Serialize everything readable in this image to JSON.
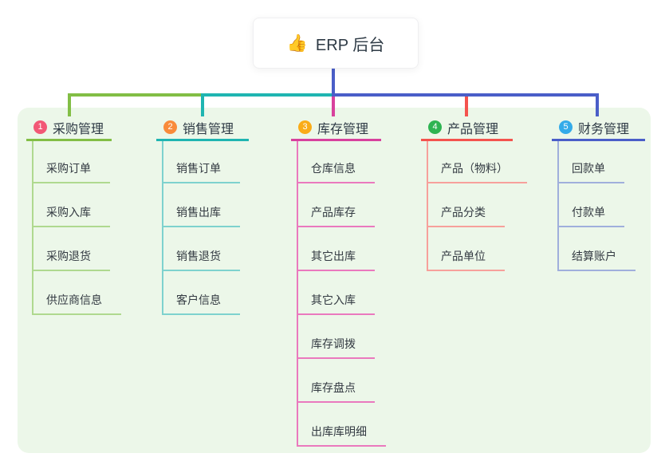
{
  "root": {
    "icon": "👍",
    "label": "ERP 后台"
  },
  "branches": [
    {
      "num": "1",
      "title": "采购管理",
      "badge_color": "#F25876",
      "line_color": "#82BE45",
      "item_line_color": "#AFD98F",
      "items": [
        "采购订单",
        "采购入库",
        "采购退货",
        "供应商信息"
      ]
    },
    {
      "num": "2",
      "title": "销售管理",
      "badge_color": "#F98B3B",
      "line_color": "#1FB5B1",
      "item_line_color": "#7ED2CE",
      "items": [
        "销售订单",
        "销售出库",
        "销售退货",
        "客户信息"
      ]
    },
    {
      "num": "3",
      "title": "库存管理",
      "badge_color": "#FAAC18",
      "line_color": "#D8419D",
      "item_line_color": "#EA79BE",
      "items": [
        "仓库信息",
        "产品库存",
        "其它出库",
        "其它入库",
        "库存调拨",
        "库存盘点",
        "出库库明细"
      ]
    },
    {
      "num": "4",
      "title": "产品管理",
      "badge_color": "#2EB452",
      "line_color": "#F4534E",
      "item_line_color": "#F7A09B",
      "items": [
        "产品（物料）",
        "产品分类",
        "产品单位"
      ]
    },
    {
      "num": "5",
      "title": "财务管理",
      "badge_color": "#34ABE9",
      "line_color": "#4A5EC8",
      "item_line_color": "#A0AFDC",
      "items": [
        "回款单",
        "付款单",
        "结算账户"
      ]
    }
  ],
  "colors": {
    "page_bg": "#FFFFFF",
    "panel_bg": "#ECF7E9",
    "root_stem": "#4A5EC8",
    "title_text": "#2E3A45",
    "item_text": "#333A42"
  }
}
